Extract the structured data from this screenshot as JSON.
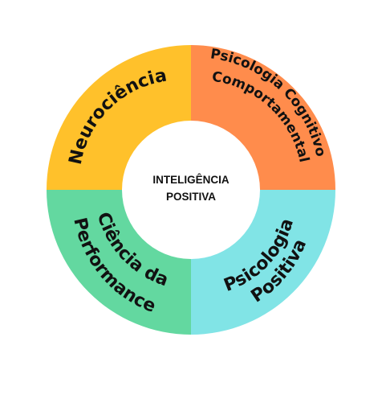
{
  "center": {
    "line1": "INTELIGÊNCIA",
    "line2": "POSITIVA"
  },
  "segments": [
    {
      "id": "neurociencia",
      "lines": [
        "Neurociência"
      ],
      "color": "#FFC12B"
    },
    {
      "id": "psicologia-cognitivo-comportamental",
      "lines": [
        "Psicologia Cognitivo-",
        "Comportamental"
      ],
      "color": "#FF8C4C"
    },
    {
      "id": "psicologia-positiva",
      "lines": [
        "Psicologia",
        "Positiva"
      ],
      "color": "#81E4E6"
    },
    {
      "id": "ciencia-da-performance",
      "lines": [
        "Ciência da",
        "Performance"
      ],
      "color": "#63D8A0"
    }
  ]
}
